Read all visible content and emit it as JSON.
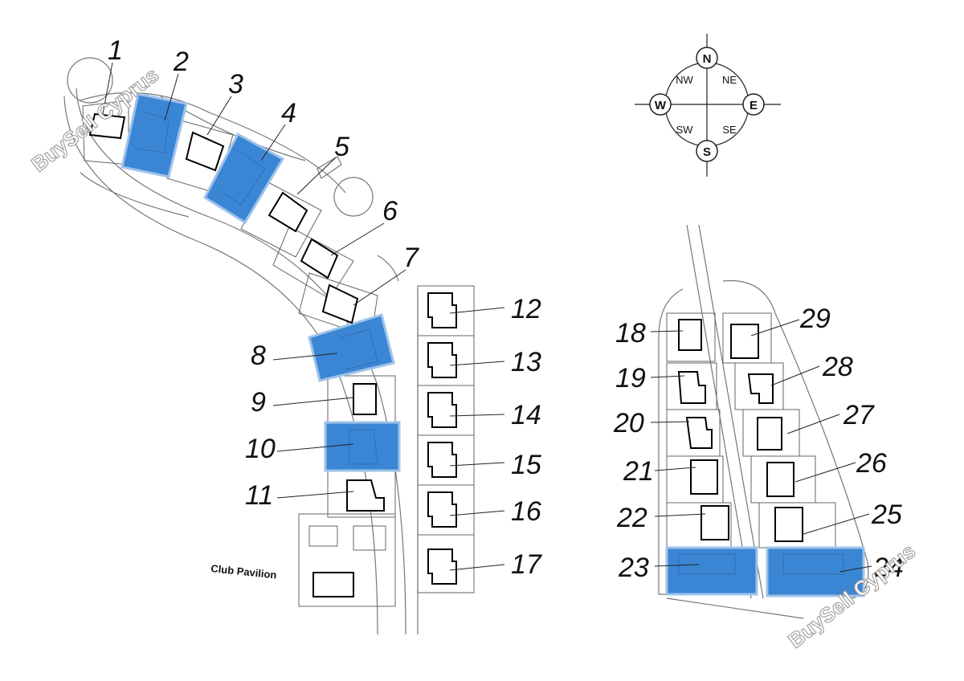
{
  "map": {
    "facility_label": "Club Pavilion",
    "watermark_text": "BuySell Cyprus",
    "colors": {
      "sold_fill": "#3b86d4",
      "sold_border": "#9ec3ea",
      "house_outline": "#000000",
      "road_line": "#777777"
    },
    "compass": {
      "north": "N",
      "south": "S",
      "east": "E",
      "west": "W",
      "northwest": "NW",
      "northeast": "NE",
      "southwest": "SW",
      "southeast": "SE"
    },
    "plots": [
      {
        "number": "1",
        "highlighted": false
      },
      {
        "number": "2",
        "highlighted": true
      },
      {
        "number": "3",
        "highlighted": false
      },
      {
        "number": "4",
        "highlighted": true
      },
      {
        "number": "5",
        "highlighted": false
      },
      {
        "number": "6",
        "highlighted": false
      },
      {
        "number": "7",
        "highlighted": false
      },
      {
        "number": "8",
        "highlighted": true
      },
      {
        "number": "9",
        "highlighted": false
      },
      {
        "number": "10",
        "highlighted": true
      },
      {
        "number": "11",
        "highlighted": false
      },
      {
        "number": "12",
        "highlighted": false
      },
      {
        "number": "13",
        "highlighted": false
      },
      {
        "number": "14",
        "highlighted": false
      },
      {
        "number": "15",
        "highlighted": false
      },
      {
        "number": "16",
        "highlighted": false
      },
      {
        "number": "17",
        "highlighted": false
      },
      {
        "number": "18",
        "highlighted": false
      },
      {
        "number": "19",
        "highlighted": false
      },
      {
        "number": "20",
        "highlighted": false
      },
      {
        "number": "21",
        "highlighted": false
      },
      {
        "number": "22",
        "highlighted": false
      },
      {
        "number": "23",
        "highlighted": true
      },
      {
        "number": "24",
        "highlighted": true
      },
      {
        "number": "25",
        "highlighted": false
      },
      {
        "number": "26",
        "highlighted": false
      },
      {
        "number": "27",
        "highlighted": false
      },
      {
        "number": "28",
        "highlighted": false
      },
      {
        "number": "29",
        "highlighted": false
      }
    ]
  }
}
